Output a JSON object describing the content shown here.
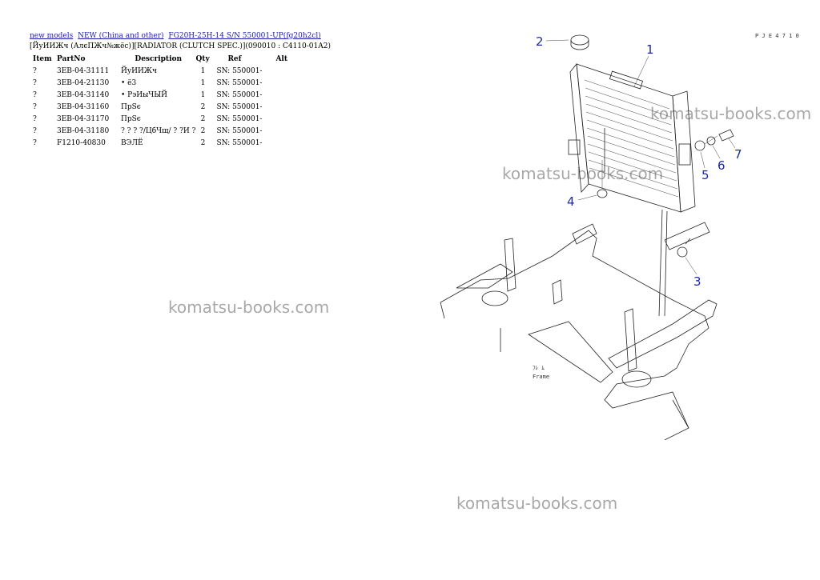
{
  "breadcrumb": [
    {
      "label": "new models"
    },
    {
      "label": "NEW (China and other)"
    },
    {
      "label": "FG20H-25H-14 S/N 550001-UP(fg20h2cl)"
    }
  ],
  "subtitle": "[ЙуИИЖч (АлєПЖч№жёс)][RADIATOR (CLUTCH SPEC.)](090010 : C4110-01A2)",
  "table": {
    "headers": [
      "Item",
      "PartNo",
      "Description",
      "Qty",
      "Ref",
      "Alt"
    ],
    "rows": [
      {
        "item": "?",
        "part": "3EB-04-31111",
        "desc": "ЙуИИЖч",
        "qty": "1",
        "ref": "SN: 550001-",
        "alt": ""
      },
      {
        "item": "?",
        "part": "3EB-04-21130",
        "desc": "• ё3",
        "qty": "1",
        "ref": "SN: 550001-",
        "alt": ""
      },
      {
        "item": "?",
        "part": "3EB-04-31140",
        "desc": "• РэИыЧЫЙ",
        "qty": "1",
        "ref": "SN: 550001-",
        "alt": ""
      },
      {
        "item": "?",
        "part": "3EB-04-31160",
        "desc": "ПрЅє",
        "qty": "2",
        "ref": "SN: 550001-",
        "alt": ""
      },
      {
        "item": "?",
        "part": "3EB-04-31170",
        "desc": "ПрЅє",
        "qty": "2",
        "ref": "SN: 550001-",
        "alt": ""
      },
      {
        "item": "?",
        "part": "3EB-04-31180",
        "desc": "? ? ? ?/ЦбЧщ/ ? ?И ?",
        "qty": "2",
        "ref": "SN: 550001-",
        "alt": ""
      },
      {
        "item": "?",
        "part": "F1210-40830",
        "desc": "ВЭЛЁ",
        "qty": "2",
        "ref": "SN: 550001-",
        "alt": ""
      }
    ]
  },
  "watermark": "komatsu-books.com",
  "diagram": {
    "code": "P J E 4 7 1 0",
    "frame_label_jp": "ﾌﾚ ﾑ",
    "frame_label": "Frame",
    "callouts": [
      "1",
      "2",
      "3",
      "4",
      "5",
      "6",
      "7"
    ]
  }
}
